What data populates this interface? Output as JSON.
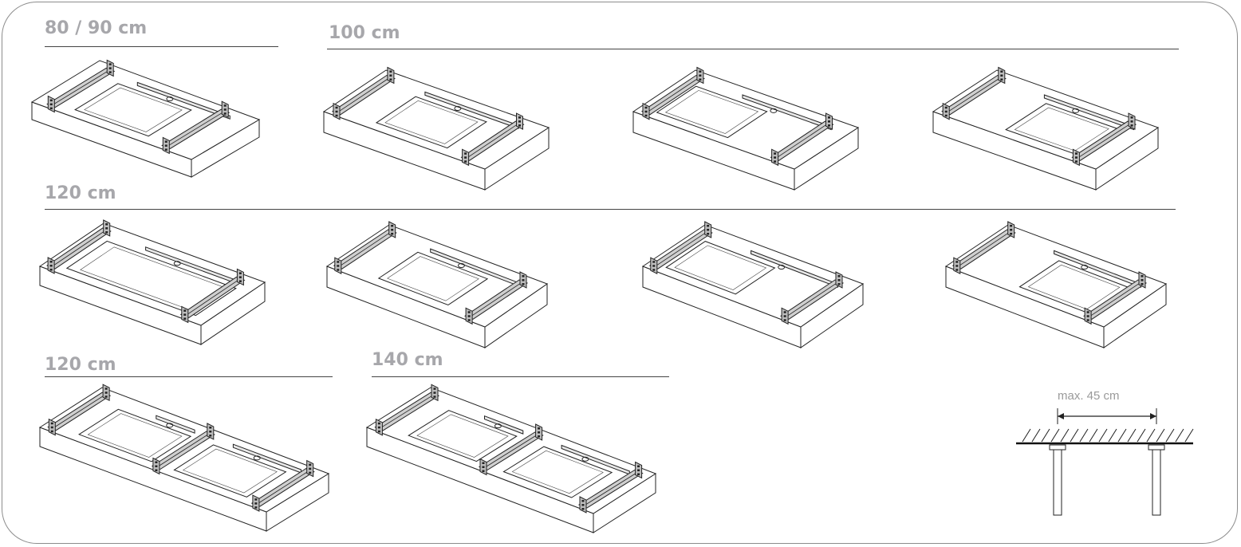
{
  "groups": [
    {
      "label": "80 / 90 cm"
    },
    {
      "label": "100 cm"
    },
    {
      "label": "120 cm"
    },
    {
      "label": "120 cm"
    },
    {
      "label": "140 cm"
    }
  ],
  "diagram": {
    "max_label": "max. 45 cm"
  }
}
